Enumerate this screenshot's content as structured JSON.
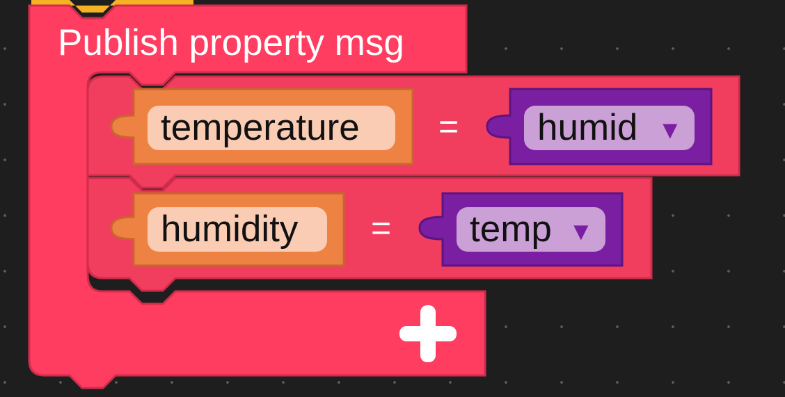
{
  "block": {
    "title": "Publish property msg",
    "add_button_icon": "plus-icon",
    "colors": {
      "outer": "#ff3d61",
      "outer_border": "#d12c4c",
      "inner": "#f13e5e",
      "property": "#ee8243",
      "property_field": "#f9ccb3",
      "variable": "#7a1fa2",
      "variable_field": "#caa0d6",
      "hat": "#f5b324"
    }
  },
  "assignments": [
    {
      "property": "temperature",
      "operator": "=",
      "variable": "humid",
      "dropdown_icon": "dropdown-arrow-icon"
    },
    {
      "property": "humidity",
      "operator": "=",
      "variable": "temp",
      "dropdown_icon": "dropdown-arrow-icon"
    }
  ]
}
